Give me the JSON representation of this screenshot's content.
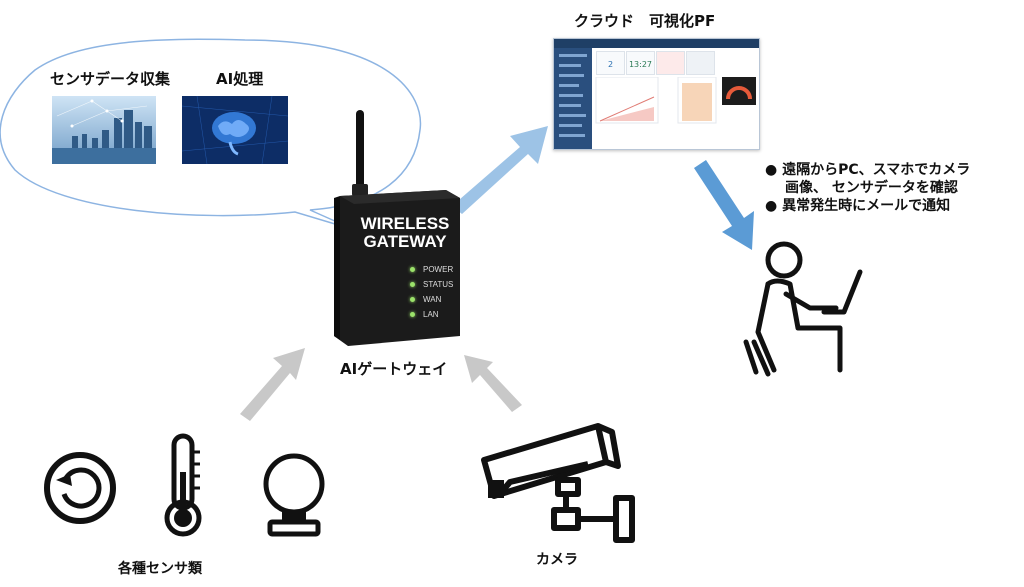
{
  "cloud": {
    "title": "クラウド　可視化PF"
  },
  "dashboard": {
    "card_values": [
      "2",
      "13:27"
    ]
  },
  "bubble": {
    "sensor_data_label": "センサデータ収集",
    "ai_label": "AI処理"
  },
  "gateway": {
    "line1": "WIRELESS",
    "line2": "GATEWAY",
    "leds": [
      "POWER",
      "STATUS",
      "WAN",
      "LAN"
    ],
    "caption": "AIゲートウェイ"
  },
  "bullets": {
    "items": [
      "遠隔からPC、スマホでカメラ",
      "画像、 センサデータを確認",
      "異常発生時にメールで通知"
    ]
  },
  "sensors": {
    "caption": "各種センサ類"
  },
  "camera": {
    "caption": "カメラ"
  },
  "colors": {
    "arrow_blue": "#9dc3e6",
    "arrow_blue_dark": "#5b9bd5",
    "arrow_gray": "#c8c8c8",
    "bubble_stroke": "#8db4e2",
    "gateway_body": "#1b1b1b"
  }
}
